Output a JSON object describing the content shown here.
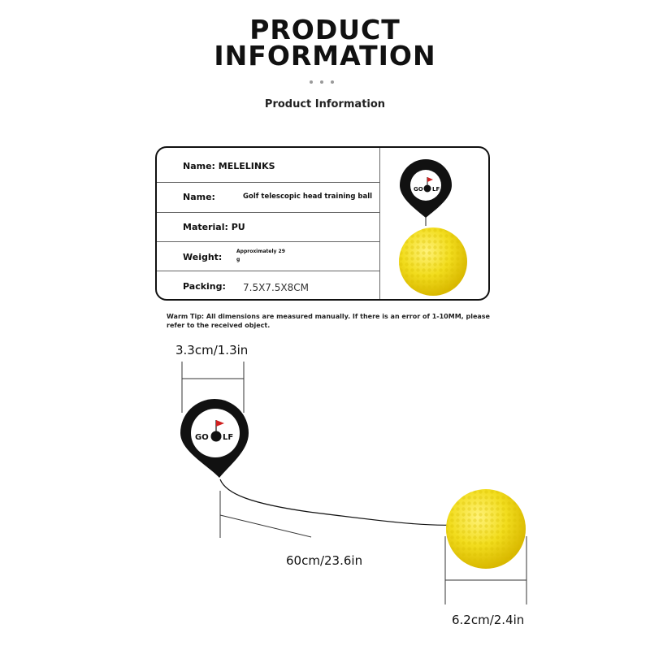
{
  "header": {
    "title_line1": "PRODUCT",
    "title_line2": "INFORMATION",
    "subtitle": "Product Information"
  },
  "table": {
    "rows": [
      {
        "label": "Name: MELELINKS",
        "value": ""
      },
      {
        "label": "Name:",
        "value": "Golf telescopic head training ball"
      },
      {
        "label": "Material: PU",
        "value": ""
      },
      {
        "label": "Weight:",
        "value": "Approximately 29 g"
      },
      {
        "label": "Packing:",
        "value": "7.5X7.5X8CM"
      }
    ]
  },
  "logo_text": "GO LF",
  "warm_tip": "Warm Tip: All dimensions are measured manually. If there is an error of 1-10MM, please refer to the received object.",
  "dimensions": {
    "head_width": "3.3cm/1.3in",
    "cord_length": "60cm/23.6in",
    "ball_diameter": "6.2cm/2.4in"
  },
  "colors": {
    "ball_yellow": "#f2dd1e",
    "head_black": "#111111",
    "flag_red": "#d0201f"
  }
}
